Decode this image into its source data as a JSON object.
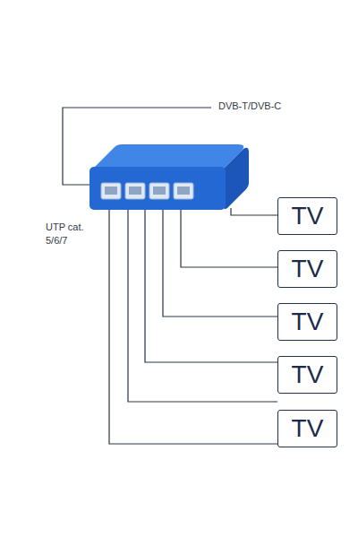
{
  "diagram": {
    "nodes": [
      {
        "text": [
          "TV"
        ]
      },
      {
        "text": [
          "TV"
        ]
      },
      {
        "text": [
          "TV"
        ]
      },
      {
        "text": [
          "TV"
        ]
      },
      {
        "text": [
          "TV"
        ]
      }
    ],
    "labels": [
      "DVB-T/DVB-C",
      "UTP cat. 5/6/7"
    ]
  }
}
